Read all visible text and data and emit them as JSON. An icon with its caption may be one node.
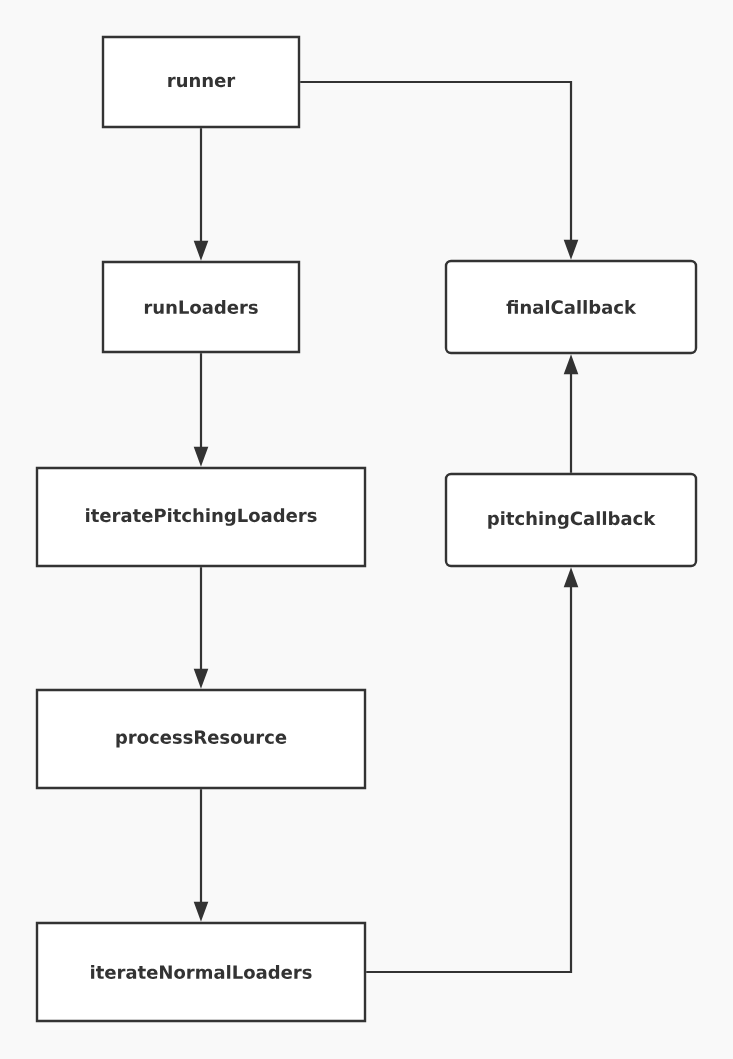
{
  "diagram": {
    "nodes": [
      {
        "text": [
          "runner"
        ]
      },
      {
        "text": [
          "finalCallback"
        ]
      },
      {
        "text": [
          "runLoaders"
        ]
      },
      {
        "text": [
          "iteratePitchingLoaders"
        ]
      },
      {
        "text": [
          "pitchingCallback"
        ]
      },
      {
        "text": [
          "processResource"
        ]
      },
      {
        "text": [
          "iterateNormalLoaders"
        ]
      }
    ],
    "edges": [
      {
        "from": 0,
        "to": 2,
        "arrow": "to"
      },
      {
        "from": 0,
        "to": 1,
        "arrow": "to"
      },
      {
        "from": 2,
        "to": 3,
        "arrow": "to"
      },
      {
        "from": 3,
        "to": 5,
        "arrow": "to"
      },
      {
        "from": 5,
        "to": 6,
        "arrow": "to"
      },
      {
        "from": 6,
        "to": 4,
        "arrow": "to"
      },
      {
        "from": 4,
        "to": 1,
        "arrow": "to"
      }
    ]
  }
}
